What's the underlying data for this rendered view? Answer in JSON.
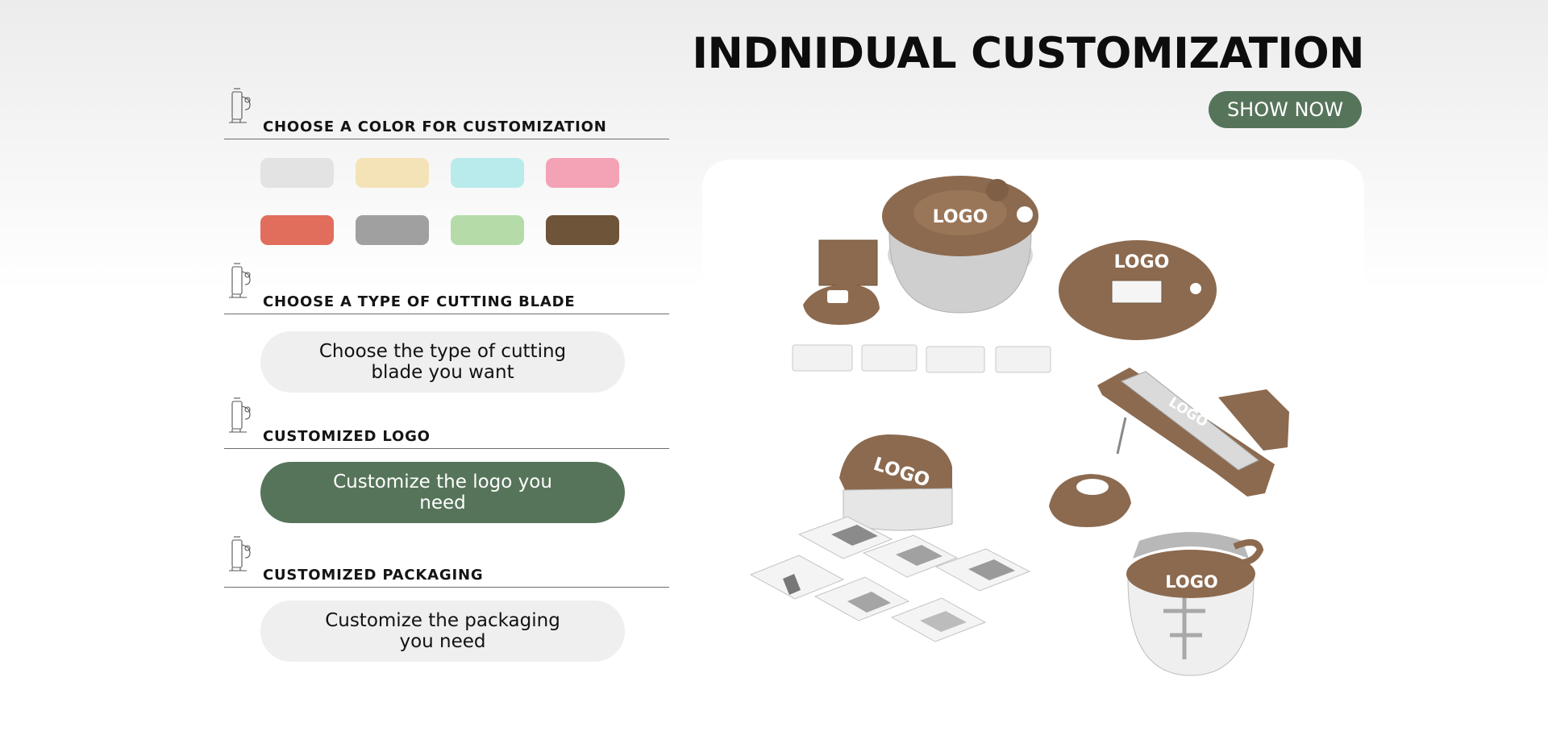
{
  "header": {
    "title": "INDNIDUAL CUSTOMIZATION",
    "show_now_label": "SHOW NOW"
  },
  "sections": {
    "color": {
      "label": "CHOOSE A COLOR FOR CUSTOMIZATION",
      "swatches": [
        "#e3e3e3",
        "#f4e3b6",
        "#b9ebec",
        "#f4a2b6",
        "#e16e5c",
        "#a0a0a0",
        "#b4dba8",
        "#6e5439"
      ]
    },
    "blade": {
      "label": "CHOOSE A TYPE OF CUTTING BLADE",
      "button_label": "Choose the type of cutting blade you want"
    },
    "logo": {
      "label": "CUSTOMIZED LOGO",
      "button_label": "Customize the logo you need"
    },
    "packaging": {
      "label": "CUSTOMIZED PACKAGING",
      "button_label": "Customize the packaging you need"
    }
  },
  "product_image": {
    "logo_mark": "LOGO",
    "brand_color": "#8c6a4f",
    "accent_color": "#56745a"
  }
}
